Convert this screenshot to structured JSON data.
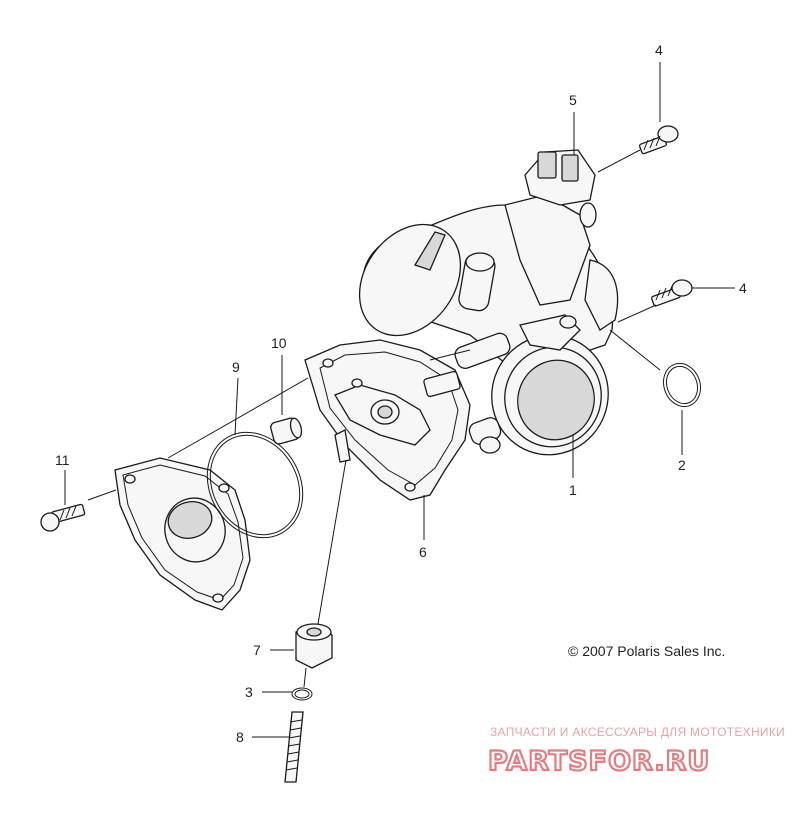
{
  "callouts": {
    "c1": "1",
    "c2": "2",
    "c3": "3",
    "c4_top": "4",
    "c4_right": "4",
    "c5": "5",
    "c6": "6",
    "c7": "7",
    "c8": "8",
    "c9": "9",
    "c10": "10",
    "c11": "11"
  },
  "copyright": "© 2007 Polaris Sales Inc.",
  "watermark": {
    "tagline": "ЗАПЧАСТИ И АКСЕССУАРЫ ДЛЯ МОТОТЕХНИКИ",
    "logo": "PARTSFOR.RU"
  }
}
